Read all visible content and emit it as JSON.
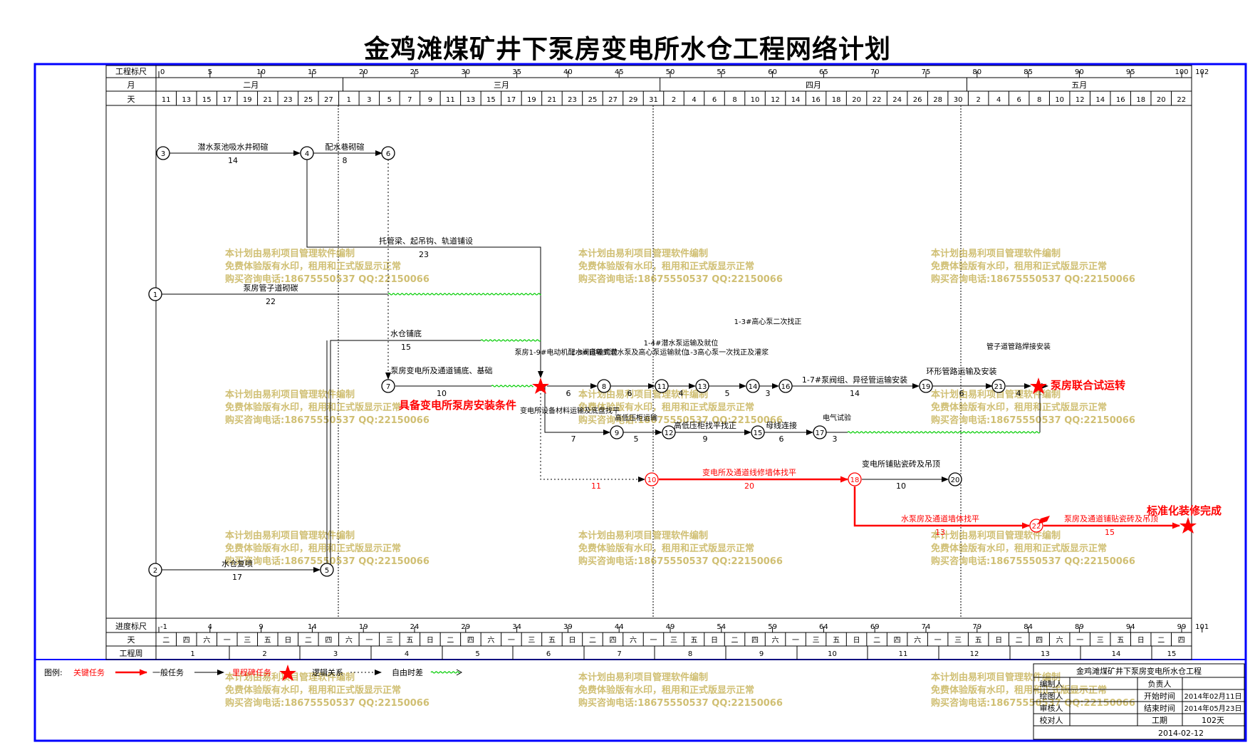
{
  "title": "金鸡滩煤矿井下泵房变电所水仓工程网络计划",
  "colors": {
    "frame": "#0000ff",
    "critical": "#ff0000",
    "normal": "#000000",
    "float": "#00cc00",
    "watermark": "#c8b45a"
  },
  "header": {
    "row_labels": {
      "scale": "工程标尺",
      "month": "月",
      "day": "天"
    },
    "scale_ticks": [
      0,
      5,
      10,
      15,
      20,
      25,
      30,
      35,
      40,
      45,
      50,
      55,
      60,
      65,
      70,
      75,
      80,
      85,
      90,
      95,
      100,
      102
    ],
    "months": [
      {
        "label": "二月",
        "from": 0,
        "to": 18
      },
      {
        "label": "三月",
        "from": 18,
        "to": 49
      },
      {
        "label": "四月",
        "from": 49,
        "to": 79
      },
      {
        "label": "五月",
        "from": 79,
        "to": 102
      }
    ],
    "days": [
      11,
      13,
      15,
      17,
      19,
      21,
      23,
      25,
      27,
      1,
      3,
      5,
      7,
      9,
      11,
      13,
      15,
      17,
      19,
      21,
      23,
      25,
      27,
      29,
      31,
      2,
      4,
      6,
      8,
      10,
      12,
      14,
      16,
      18,
      20,
      22,
      24,
      26,
      28,
      30,
      2,
      4,
      6,
      8,
      10,
      12,
      14,
      16,
      18,
      20,
      22
    ]
  },
  "footer": {
    "row_labels": {
      "progress": "进度标尺",
      "day": "天",
      "week": "工程周"
    },
    "progress_ticks": [
      -1,
      4,
      9,
      14,
      19,
      24,
      29,
      34,
      39,
      44,
      49,
      54,
      59,
      64,
      69,
      74,
      79,
      84,
      89,
      94,
      99,
      101
    ],
    "weekdays": [
      "二",
      "四",
      "六",
      "一",
      "三",
      "五",
      "日",
      "二",
      "四",
      "六",
      "一",
      "三",
      "五",
      "日",
      "二",
      "四",
      "六",
      "一",
      "三",
      "五",
      "日",
      "二",
      "四",
      "六",
      "一",
      "三",
      "五",
      "日",
      "二",
      "四",
      "六",
      "一",
      "三",
      "五",
      "日",
      "二",
      "四",
      "六",
      "一",
      "三",
      "五",
      "日",
      "二",
      "四",
      "六",
      "一",
      "三",
      "五",
      "日",
      "二",
      "四"
    ],
    "weeks": [
      "1",
      "2",
      "3",
      "4",
      "5",
      "6",
      "7",
      "8",
      "9",
      "10",
      "11",
      "12",
      "13",
      "14",
      "15"
    ]
  },
  "legend": {
    "label": "图例:",
    "critical": "关键任务",
    "normal": "一般任务",
    "milestone": "里程碑任务",
    "logic": "逻辑关系",
    "free_float": "自由时差"
  },
  "info_table": {
    "title": "金鸡滩煤矿井下泵房变电所水仓工程",
    "rows": [
      [
        "编制人",
        "",
        "负责人",
        ""
      ],
      [
        "绘图人",
        "",
        "开始时间",
        "2014年02月11日"
      ],
      [
        "审核人",
        "",
        "结束时间",
        "2014年05月23日"
      ],
      [
        "校对人",
        "",
        "工期",
        "102天"
      ]
    ],
    "date": "2014-02-12"
  },
  "watermark": {
    "line1": "本计划由易利项目管理软件编制",
    "line2": "免费体验版有水印，租用和正式版显示正常",
    "line3": "购买咨询电话:18675550537 QQ:22150066"
  },
  "milestones": {
    "m1": "具备变电所泵房安装条件",
    "m2": "泵房联合试运转",
    "m3": "标准化装修完成"
  },
  "tasks": [
    {
      "id": "t3_4",
      "label": "潜水泵池吸水井砌碹",
      "duration": "14"
    },
    {
      "id": "t4_6",
      "label": "配水巷砌碹",
      "duration": "8"
    },
    {
      "id": "t4_star",
      "label": "托管梁、起吊钩、轨道铺设",
      "duration": "23"
    },
    {
      "id": "t1_7",
      "label": "泵房管子道砌碳",
      "duration": "22"
    },
    {
      "id": "t5_star",
      "label": "水仓铺底",
      "duration": "15"
    },
    {
      "id": "t7_star",
      "label": "泵房变电所及通道铺底、基础",
      "duration": "10"
    },
    {
      "id": "t_8",
      "label": "泵房1-9#电动机配水阀运输到位",
      "duration": "6"
    },
    {
      "id": "t8_11",
      "label": "1-3#自吸式潜水泵及高心泵运输就位",
      "duration": "6"
    },
    {
      "id": "t11_13",
      "label": "1-4#潜水泵运输及就位",
      "duration": "4"
    },
    {
      "id": "t13_14",
      "label": "1-3高心泵一次找正及灌浆",
      "duration": "5"
    },
    {
      "id": "t14_16",
      "label": "1-3#高心泵二次找正",
      "duration": "3"
    },
    {
      "id": "t16_19",
      "label": "1-7#泵阀组、异径管运输安装",
      "duration": "14"
    },
    {
      "id": "t19_21",
      "label": "环形管路运输及安装",
      "duration": "6"
    },
    {
      "id": "t21_star",
      "label": "管子道管路焊接安装",
      "duration": "4"
    },
    {
      "id": "t_9",
      "label": "变电所设备材料运输及底盘找平",
      "duration": "7"
    },
    {
      "id": "t9_12",
      "label": "高低压柜运输",
      "duration": "5"
    },
    {
      "id": "t12_15",
      "label": "高低压柜找平找正",
      "duration": "9"
    },
    {
      "id": "t15_17",
      "label": "母线连接",
      "duration": "6"
    },
    {
      "id": "t17_star",
      "label": "电气试验",
      "duration": "3"
    },
    {
      "id": "t_10",
      "label": "",
      "duration": "11"
    },
    {
      "id": "t10_18",
      "label": "变电所及通道线修墙体找平",
      "duration": "20"
    },
    {
      "id": "t18_20",
      "label": "变电所铺贴瓷砖及吊顶",
      "duration": "10"
    },
    {
      "id": "t18_22",
      "label": "水泵房及通道墙体找平",
      "duration": "13"
    },
    {
      "id": "t22_end",
      "label": "泵房及通道铺贴瓷砖及吊顶",
      "duration": "15"
    },
    {
      "id": "t2_5",
      "label": "水仓复喷",
      "duration": "17"
    }
  ]
}
